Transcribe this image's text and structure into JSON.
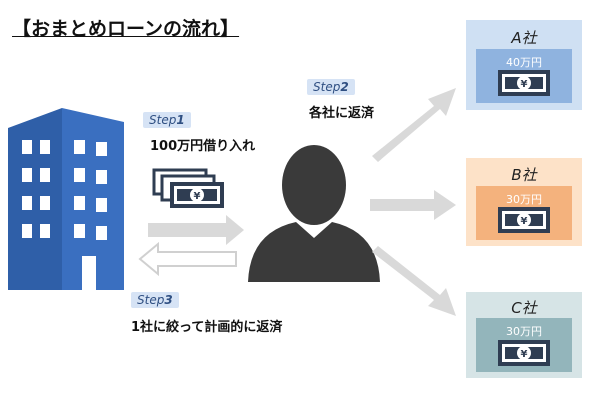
{
  "title": "【おまとめローンの流れ】",
  "steps": [
    {
      "tag": "Step",
      "num": "1",
      "text": "100万円借り入れ"
    },
    {
      "tag": "Step",
      "num": "2",
      "text": "各社に返済"
    },
    {
      "tag": "Step",
      "num": "3",
      "text": "1社に絞って計画的に返済"
    }
  ],
  "companies": [
    {
      "name": "A社",
      "amount": "40万円",
      "bg": "#cfe0f3",
      "inner": "#8fb3df"
    },
    {
      "name": "B社",
      "amount": "30万円",
      "bg": "#fde2c8",
      "inner": "#f4b27d"
    },
    {
      "name": "C社",
      "amount": "30万円",
      "bg": "#d6e4e6",
      "inner": "#93b5bb"
    }
  ],
  "colors": {
    "building": "#3a6fc0",
    "person": "#3a3a3a",
    "arrow": "#d9d9d9",
    "money": "#2f3d52"
  },
  "icons": [
    "building-icon",
    "person-icon",
    "money-stack-icon",
    "banknote-icon"
  ]
}
